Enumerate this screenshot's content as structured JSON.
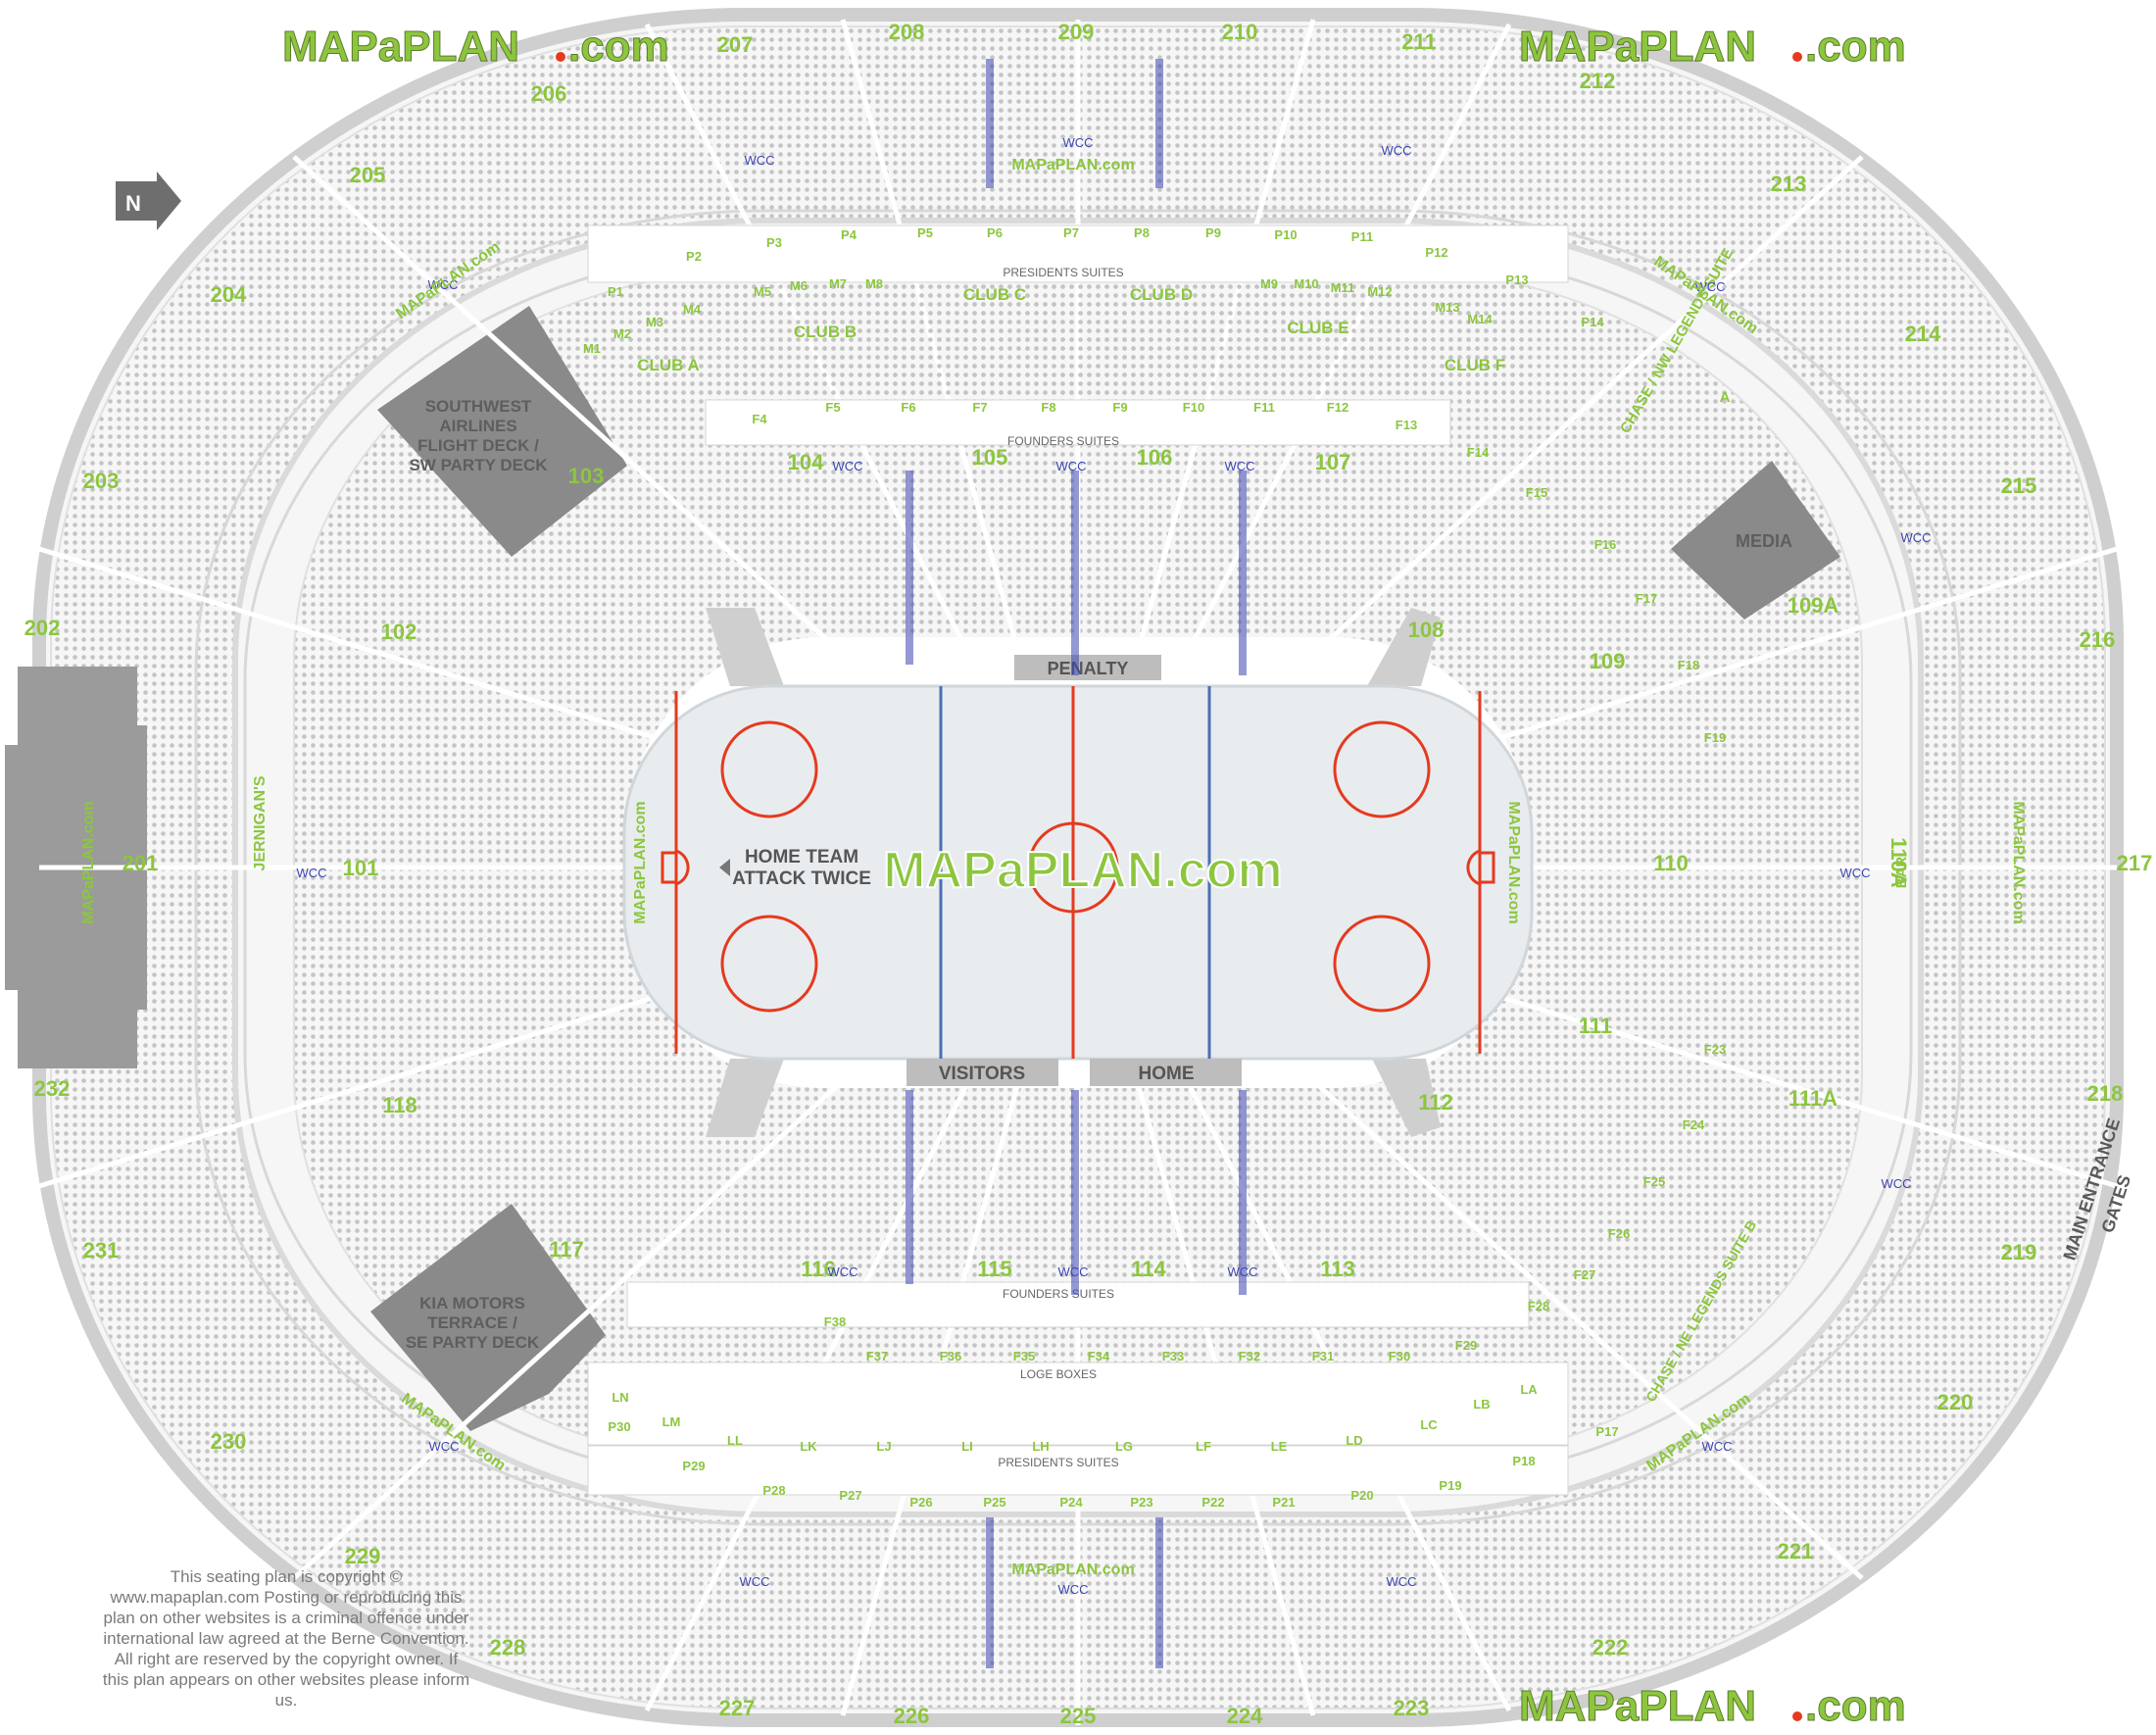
{
  "brand": {
    "text": "MAPaPLAN",
    "domain": ".com",
    "color": "#8cc63f",
    "dot_color": "#e53a1e"
  },
  "watermark": "MAPaPLAN.com",
  "compass": "N",
  "venue_blocks": {
    "southwest": [
      "SOUTHWEST",
      "AIRLINES",
      "FLIGHT DECK /",
      "SW PARTY DECK"
    ],
    "kia": [
      "KIA MOTORS",
      "TERRACE /",
      "SE PARTY DECK"
    ],
    "media": "MEDIA",
    "penalty": "PENALTY",
    "visitors": "VISITORS",
    "home": "HOME",
    "attack": [
      "HOME TEAM",
      "ATTACK TWICE"
    ],
    "main_entrance": [
      "MAIN ENTRANCE",
      "GATES"
    ],
    "jernigans": "JERNIGAN'S",
    "bar": "BAR",
    "chase_nw": [
      "CHASE / NW LEGENDS SUITE",
      "A"
    ],
    "chase_ne": "CHASE / NE LEGENDS SUITE B"
  },
  "suite_labels": {
    "presidents_top": "PRESIDENTS SUITES",
    "presidents_bottom": "PRESIDENTS SUITES",
    "founders_top": "FOUNDERS SUITES",
    "founders_bottom": "FOUNDERS SUITES",
    "loge": "LOGE BOXES",
    "wcc": "WCC"
  },
  "clubs": [
    "CLUB A",
    "CLUB B",
    "CLUB C",
    "CLUB D",
    "CLUB E",
    "CLUB F"
  ],
  "sections_lower": [
    "101",
    "102",
    "103",
    "104",
    "105",
    "106",
    "107",
    "108",
    "109",
    "109A",
    "110",
    "110A",
    "111",
    "111A",
    "112",
    "113",
    "114",
    "115",
    "116",
    "117",
    "118"
  ],
  "sections_upper": [
    "201",
    "202",
    "203",
    "204",
    "205",
    "206",
    "207",
    "208",
    "209",
    "210",
    "211",
    "212",
    "213",
    "214",
    "215",
    "216",
    "217",
    "218",
    "219",
    "220",
    "221",
    "222",
    "223",
    "224",
    "225",
    "226",
    "227",
    "228",
    "229",
    "230",
    "231",
    "232"
  ],
  "suites_top_p": [
    "P1",
    "P2",
    "P3",
    "P4",
    "P5",
    "P6",
    "P7",
    "P8",
    "P9",
    "P10",
    "P11",
    "P12",
    "P13",
    "P14"
  ],
  "suites_top_m": [
    "M1",
    "M2",
    "M3",
    "M4",
    "M5",
    "M6",
    "M7",
    "M8",
    "M9",
    "M10",
    "M11",
    "M12",
    "M13",
    "M14"
  ],
  "suites_top_f": [
    "F4",
    "F5",
    "F6",
    "F7",
    "F8",
    "F9",
    "F10",
    "F11",
    "F12",
    "F13",
    "F14",
    "F15",
    "F16",
    "F17",
    "F18",
    "F19"
  ],
  "suites_bottom_p": [
    "P17",
    "P18",
    "P19",
    "P20",
    "P21",
    "P22",
    "P23",
    "P24",
    "P25",
    "P26",
    "P27",
    "P28",
    "P29",
    "P30"
  ],
  "suites_bottom_f": [
    "F23",
    "F24",
    "F25",
    "F26",
    "F27",
    "F28",
    "F29",
    "F30",
    "F31",
    "F32",
    "F33",
    "F34",
    "F35",
    "F36",
    "F37",
    "F38"
  ],
  "loge_boxes": [
    "LA",
    "LB",
    "LC",
    "LD",
    "LE",
    "LF",
    "LG",
    "LH",
    "LI",
    "LJ",
    "LK",
    "LL",
    "LM",
    "LN"
  ],
  "copyright_text": "This seating plan is copyright © www.mapaplan.com Posting or reproducing this plan on other websites is a criminal offence under international law agreed at the Berne Convention. All right are reserved by the copyright owner. If this plan appears on other websites please inform us.",
  "colors": {
    "rink_ice": "#e8ecef",
    "rink_red": "#e53a1e",
    "rink_blue": "#4a6fb5",
    "block_gray": "#8a8a8a",
    "section_green": "#8cc63f",
    "row_red": "#d0142a",
    "row_blue": "#3d46b3"
  }
}
